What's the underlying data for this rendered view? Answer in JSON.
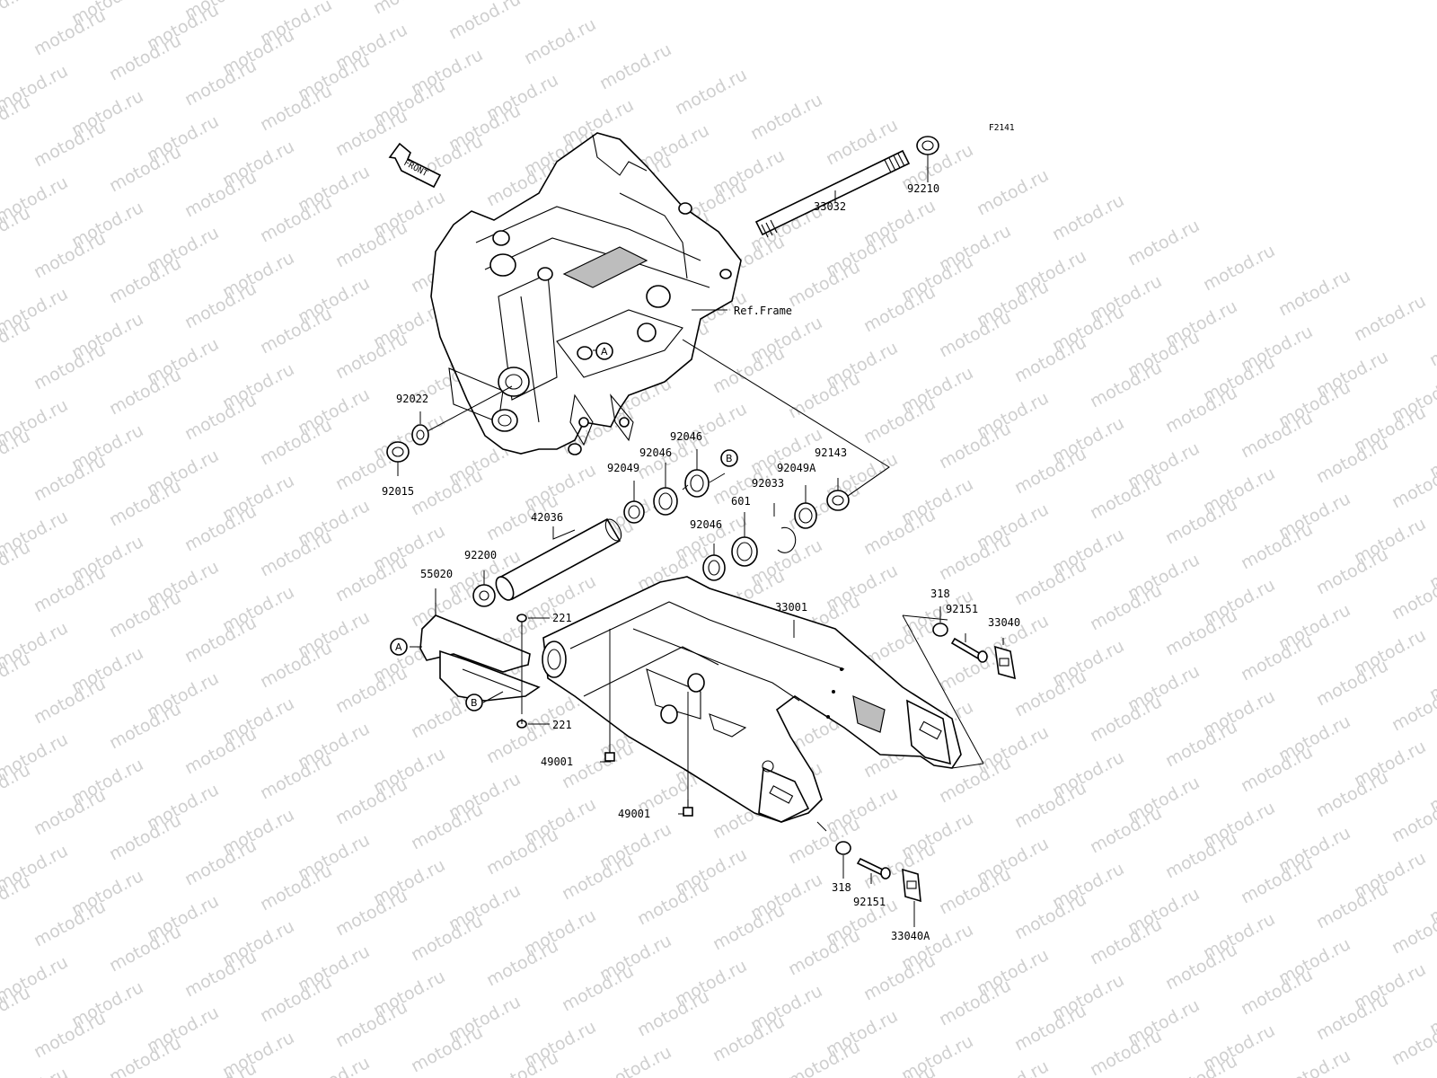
{
  "figure_code": "F2141",
  "front_label": "FRONT",
  "ref_label": "Ref.Frame",
  "watermark_text": "motod.ru",
  "callouts": {
    "a": "A",
    "b": "B"
  },
  "parts": {
    "p92210": "92210",
    "p33032": "33032",
    "p92022": "92022",
    "p92015": "92015",
    "p92046_top": "92046",
    "p92046_mid": "92046",
    "p92049": "92049",
    "p92143": "92143",
    "p92049A": "92049A",
    "p92033": "92033",
    "p601": "601",
    "p92046_low": "92046",
    "p42036": "42036",
    "p92200": "92200",
    "p55020": "55020",
    "p221_top": "221",
    "p221_bot": "221",
    "p33001": "33001",
    "p318_top": "318",
    "p92151_top": "92151",
    "p33040": "33040",
    "p49001_left": "49001",
    "p49001_right": "49001",
    "p318_bot": "318",
    "p92151_bot": "92151",
    "p33040A": "33040A"
  }
}
